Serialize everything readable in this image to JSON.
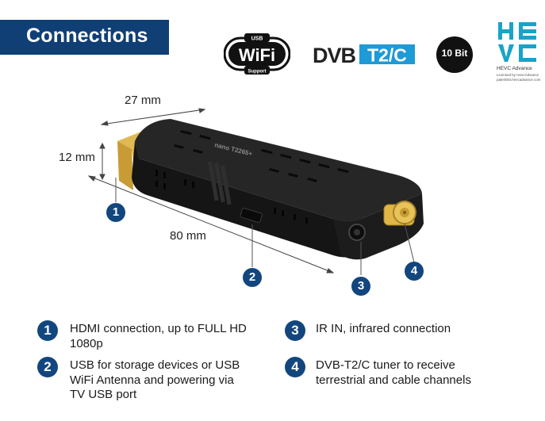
{
  "header": {
    "title": "Connections"
  },
  "logos": {
    "wifi": {
      "top_text": "USB",
      "main_text": "WiFi",
      "bottom_text": "Support"
    },
    "dvb": {
      "left": "DVB",
      "right": "T2/C"
    },
    "bit": {
      "text": "10 Bit"
    },
    "hevc": {
      "line1": "HEVC Advance",
      "line2": "Licensed by HevcAdvance",
      "line3": "patentlist.hevcadvance.com"
    }
  },
  "device": {
    "label": "nano T2265+"
  },
  "dimensions": {
    "width": "27 mm",
    "height": "12 mm",
    "length": "80 mm"
  },
  "callouts": [
    "1",
    "2",
    "3",
    "4"
  ],
  "legend": [
    {
      "number": "1",
      "lines": [
        "HDMI connection, up to FULL HD",
        "1080p"
      ]
    },
    {
      "number": "2",
      "lines": [
        "USB for storage devices or USB",
        "WiFi Antenna and powering via",
        "TV USB port"
      ]
    },
    {
      "number": "3",
      "lines": [
        "IR IN, infrared connection"
      ]
    },
    {
      "number": "4",
      "lines": [
        "DVB-T2/C tuner to receive",
        "terrestrial and cable channels"
      ]
    }
  ],
  "colors": {
    "brand_blue": "#0f3f75",
    "badge_blue": "#12467e",
    "hevc_teal": "#1aa3c8",
    "gold": "#d9b04a"
  }
}
